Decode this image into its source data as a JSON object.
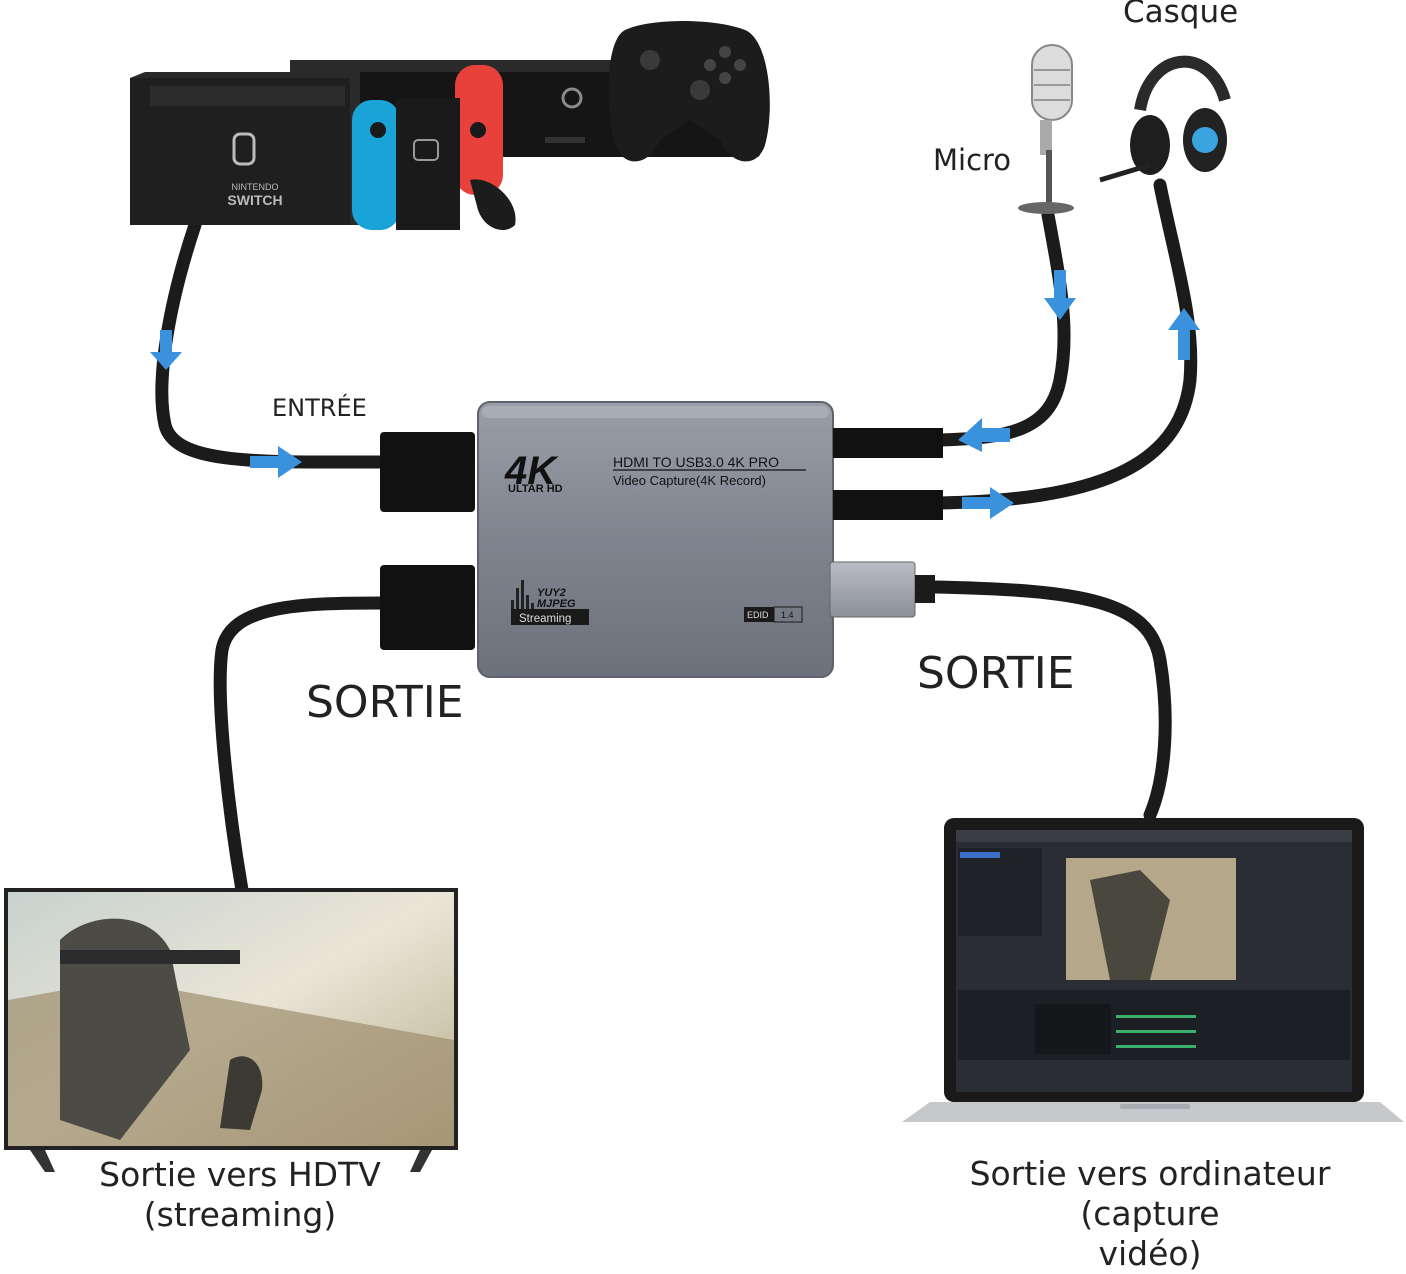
{
  "labels": {
    "casque": "Casque",
    "micro": "Micro",
    "entree": "ENTRÉE",
    "sortie_left": "SORTIE",
    "sortie_right": "SORTIE",
    "tv_caption_line1": "Sortie vers HDTV",
    "tv_caption_line2": "(streaming)",
    "pc_caption_line1": "Sortie vers ordinateur (capture",
    "pc_caption_line2": "vidéo)"
  },
  "device": {
    "logo_4k": "4K",
    "logo_sub": "ULTAR HD",
    "title_line1": "HDMI TO USB3.0 4K PRO",
    "title_line2": "Video Capture(4K Record)",
    "badge_line1": "YUY2",
    "badge_line2": "MJPEG",
    "badge_line3": "Streaming",
    "edid_label": "EDID",
    "edid_value": "1.4"
  },
  "switch_console": {
    "brand_line1": "NINTENDO",
    "brand_line2": "SWITCH"
  },
  "colors": {
    "arrow": "#3a92dc",
    "cable": "#1b1b1b",
    "device_body": "#7e8390",
    "joycon_blue": "#1aa3d6",
    "joycon_red": "#e8403a"
  },
  "icons": [
    "nintendo-switch-icon",
    "xbox-console-icon",
    "gamepad-icon",
    "microphone-icon",
    "headset-icon",
    "hdmi-plug-icon",
    "usb-plug-icon",
    "tv-icon",
    "laptop-icon",
    "flow-arrow-icon"
  ]
}
